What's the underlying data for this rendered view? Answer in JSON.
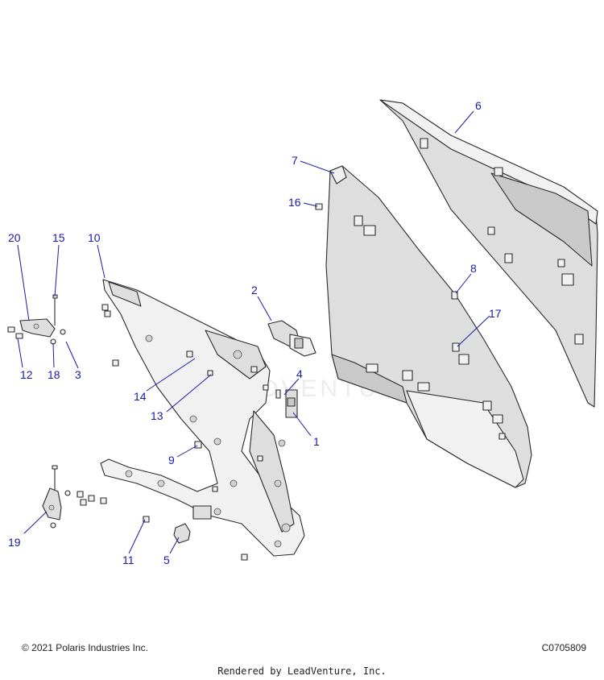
{
  "diagram": {
    "watermark_text": "LEADVENTURE",
    "callouts": [
      {
        "id": "1",
        "label": "1"
      },
      {
        "id": "2",
        "label": "2"
      },
      {
        "id": "3",
        "label": "3"
      },
      {
        "id": "4",
        "label": "4"
      },
      {
        "id": "5",
        "label": "5"
      },
      {
        "id": "6",
        "label": "6"
      },
      {
        "id": "7",
        "label": "7"
      },
      {
        "id": "8",
        "label": "8"
      },
      {
        "id": "9",
        "label": "9"
      },
      {
        "id": "10",
        "label": "10"
      },
      {
        "id": "11",
        "label": "11"
      },
      {
        "id": "12",
        "label": "12"
      },
      {
        "id": "13",
        "label": "13"
      },
      {
        "id": "14",
        "label": "14"
      },
      {
        "id": "15",
        "label": "15"
      },
      {
        "id": "16",
        "label": "16"
      },
      {
        "id": "17",
        "label": "17"
      },
      {
        "id": "18",
        "label": "18"
      },
      {
        "id": "19",
        "label": "19"
      },
      {
        "id": "20",
        "label": "20"
      }
    ],
    "colors": {
      "callout": "#1a1aa8",
      "outline": "#2a2a2a",
      "panel": "#dedede"
    }
  },
  "footer": {
    "copyright": "© 2021 Polaris Industries Inc.",
    "diagram_id": "C0705809",
    "rendered_by": "Rendered by LeadVenture, Inc."
  }
}
